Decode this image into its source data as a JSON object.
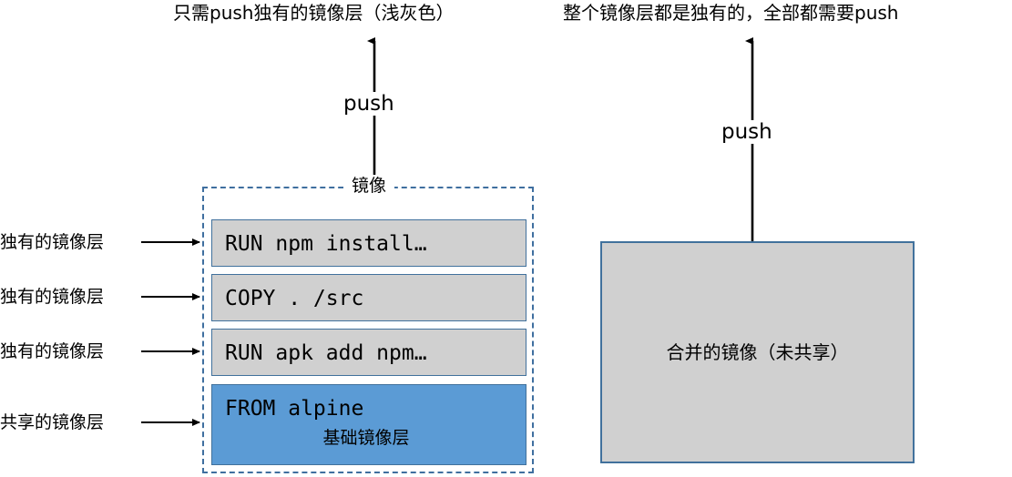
{
  "titles": {
    "left": "只需push独有的镜像层（浅灰色）",
    "right": "整个镜像层都是独有的，全部都需要push"
  },
  "left_diagram": {
    "push_label": "push",
    "group_label": "镜像",
    "layers": [
      {
        "command": "RUN npm install…",
        "kind": "unique"
      },
      {
        "command": "COPY . /src",
        "kind": "unique"
      },
      {
        "command": "RUN apk add npm…",
        "kind": "unique"
      },
      {
        "command": "FROM alpine",
        "caption": "基础镜像层",
        "kind": "base"
      }
    ],
    "side_labels": [
      "独有的镜像层",
      "独有的镜像层",
      "独有的镜像层",
      "共享的镜像层"
    ]
  },
  "right_diagram": {
    "push_label": "push",
    "box_label": "合并的镜像（未共享）"
  },
  "colors": {
    "base_layer_blue": "#5b9bd5",
    "unique_layer_gray": "#d0d0d0",
    "border_blue": "#41719c",
    "dashed_border_blue": "#3f6f9f",
    "arrow_black": "#000000"
  }
}
